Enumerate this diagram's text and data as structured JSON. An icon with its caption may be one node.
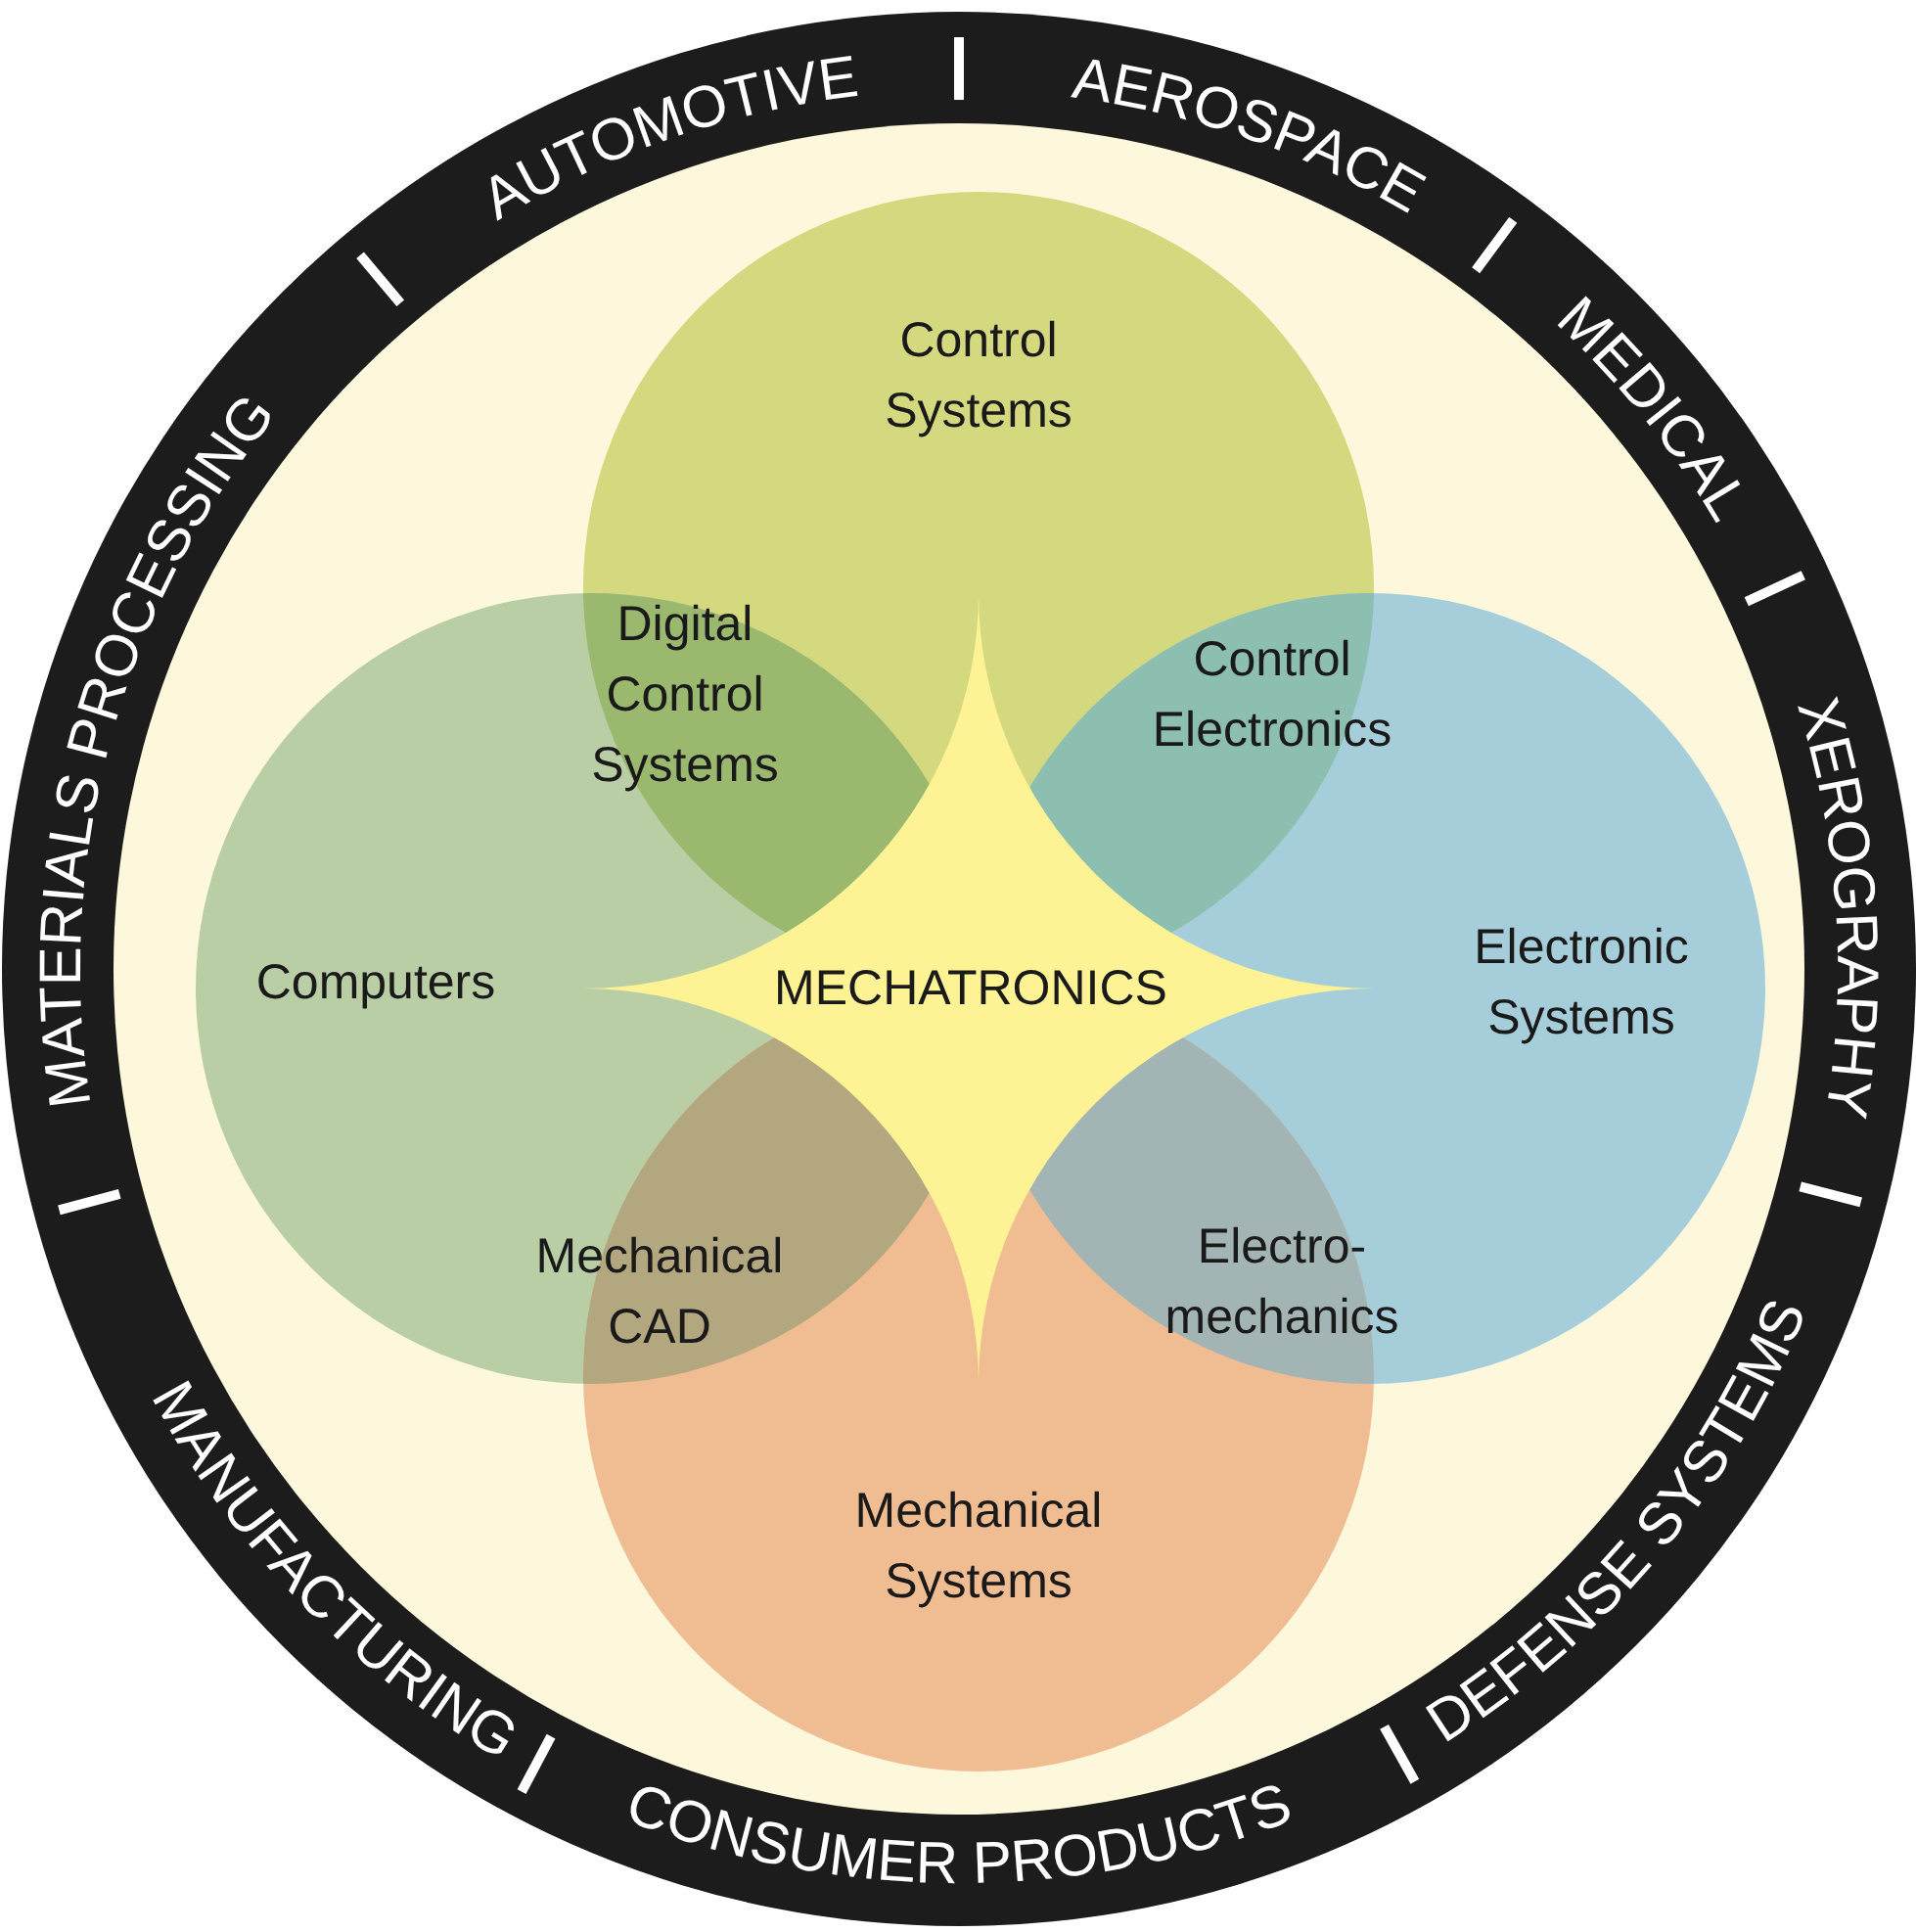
{
  "diagram": {
    "nodes": [
      {
        "text": [
          "Control Systems"
        ]
      },
      {
        "text": [
          "Computers"
        ]
      },
      {
        "text": [
          "Electronic Systems"
        ]
      },
      {
        "text": [
          "Mechanical Systems"
        ]
      },
      {
        "text": [
          "Digital Control Systems"
        ]
      },
      {
        "text": [
          "Control Electronics"
        ]
      },
      {
        "text": [
          "Mechanical CAD"
        ]
      },
      {
        "text": [
          "Electro- mechanics"
        ]
      },
      {
        "text": [
          "MECHATRONICS"
        ]
      }
    ],
    "edges": [],
    "labels": [
      "MATERIALS PROCESSING",
      "AUTOMOTIVE",
      "AEROSPACE",
      "MEDICAL",
      "XEROGRAPHY",
      "MANUFACTURING",
      "CONSUMER PRODUCTS",
      "DEFENSE SYSTEMS"
    ]
  }
}
